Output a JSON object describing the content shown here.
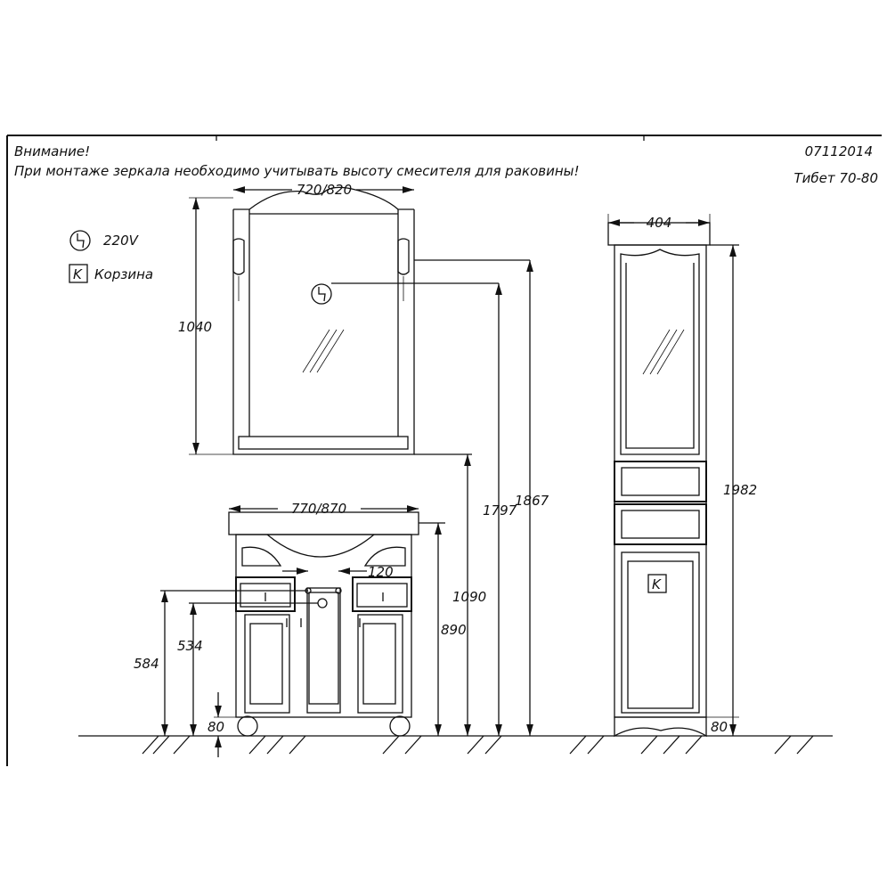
{
  "header": {
    "warning_title": "Внимание!",
    "warning_text": "При монтаже зеркала необходимо учитывать высоту смесителя для раковины!",
    "doc_number": "07112014",
    "model": "Тибет  70-80"
  },
  "legend": {
    "power_label": "220V",
    "basket_symbol": "K",
    "basket_label": "Корзина"
  },
  "dimensions": {
    "mirror_width": "720/820",
    "mirror_height": "1040",
    "vanity_width": "770/870",
    "vanity_height": "890",
    "mirror_bottom_height": "1090",
    "socket_height": "1797",
    "mirror_top_light_height": "1867",
    "drain_offset": "120",
    "pipe_height_1": "584",
    "pipe_height_2": "534",
    "vanity_leg_height": "80",
    "column_width": "404",
    "column_height": "1982",
    "column_leg_height": "80"
  }
}
